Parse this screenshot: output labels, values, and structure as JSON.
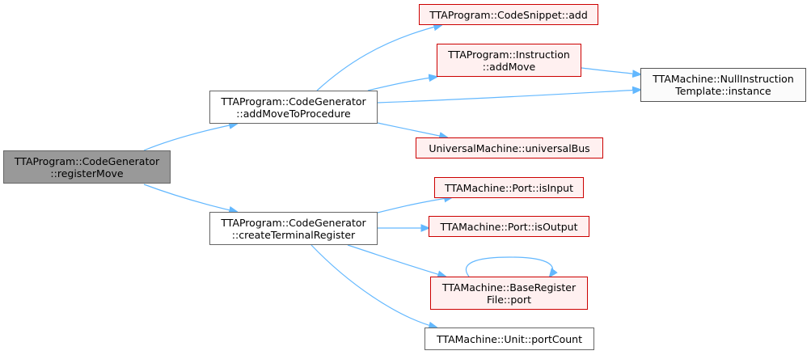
{
  "graph": {
    "nodes": [
      {
        "id": "root",
        "lines": [
          "TTAProgram::CodeGenerator",
          "::registerMove"
        ],
        "style": "root"
      },
      {
        "id": "addMoveToProcedure",
        "lines": [
          "TTAProgram::CodeGenerator",
          "::addMoveToProcedure"
        ],
        "style": "plain"
      },
      {
        "id": "createTerminalRegister",
        "lines": [
          "TTAProgram::CodeGenerator",
          "::createTerminalRegister"
        ],
        "style": "plain"
      },
      {
        "id": "codeSnippetAdd",
        "lines": [
          "TTAProgram::CodeSnippet::add"
        ],
        "style": "red"
      },
      {
        "id": "instructionAddMove",
        "lines": [
          "TTAProgram::Instruction",
          "::addMove"
        ],
        "style": "red"
      },
      {
        "id": "nullInstruction",
        "lines": [
          "TTAMachine::NullInstruction",
          "Template::instance"
        ],
        "style": "light"
      },
      {
        "id": "universalBus",
        "lines": [
          "UniversalMachine::universalBus"
        ],
        "style": "red"
      },
      {
        "id": "portIsInput",
        "lines": [
          "TTAMachine::Port::isInput"
        ],
        "style": "red"
      },
      {
        "id": "portIsOutput",
        "lines": [
          "TTAMachine::Port::isOutput"
        ],
        "style": "red"
      },
      {
        "id": "baseRegisterFilePort",
        "lines": [
          "TTAMachine::BaseRegister",
          "File::port"
        ],
        "style": "red"
      },
      {
        "id": "unitPortCount",
        "lines": [
          "TTAMachine::Unit::portCount"
        ],
        "style": "plain"
      }
    ],
    "edges": [
      {
        "from": "root",
        "to": "addMoveToProcedure"
      },
      {
        "from": "root",
        "to": "createTerminalRegister"
      },
      {
        "from": "addMoveToProcedure",
        "to": "codeSnippetAdd"
      },
      {
        "from": "addMoveToProcedure",
        "to": "instructionAddMove"
      },
      {
        "from": "addMoveToProcedure",
        "to": "nullInstruction"
      },
      {
        "from": "addMoveToProcedure",
        "to": "universalBus"
      },
      {
        "from": "instructionAddMove",
        "to": "nullInstruction"
      },
      {
        "from": "createTerminalRegister",
        "to": "portIsInput"
      },
      {
        "from": "createTerminalRegister",
        "to": "portIsOutput"
      },
      {
        "from": "createTerminalRegister",
        "to": "baseRegisterFilePort"
      },
      {
        "from": "createTerminalRegister",
        "to": "unitPortCount"
      },
      {
        "from": "baseRegisterFilePort",
        "to": "baseRegisterFilePort"
      }
    ],
    "colors": {
      "edge": "#63b8ff",
      "root_fill": "#999999",
      "red_border": "#cc0000",
      "red_fill": "#fff0f0",
      "plain_border": "#666666"
    }
  }
}
